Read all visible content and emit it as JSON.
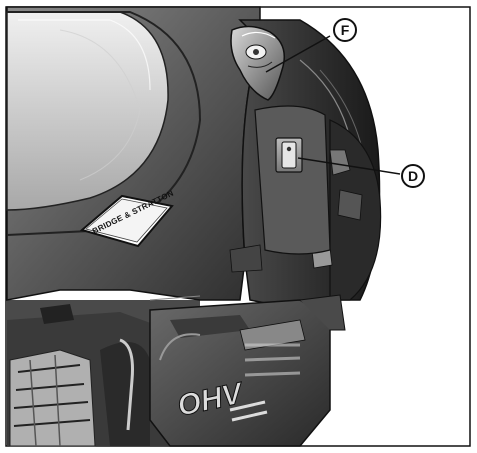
{
  "brand_badge": {
    "text": "BRIDGE & STRATTON"
  },
  "valve_cover": {
    "text": "OHV"
  },
  "callouts": [
    {
      "id": "F",
      "label": "F"
    },
    {
      "id": "D",
      "label": "D"
    }
  ],
  "colors": {
    "ink": "#111111",
    "housing_dark": "#3a3a3a",
    "housing_mid": "#6d6d6d",
    "housing_light": "#b5b5b5",
    "highlight": "#dedede",
    "background": "#ffffff"
  }
}
